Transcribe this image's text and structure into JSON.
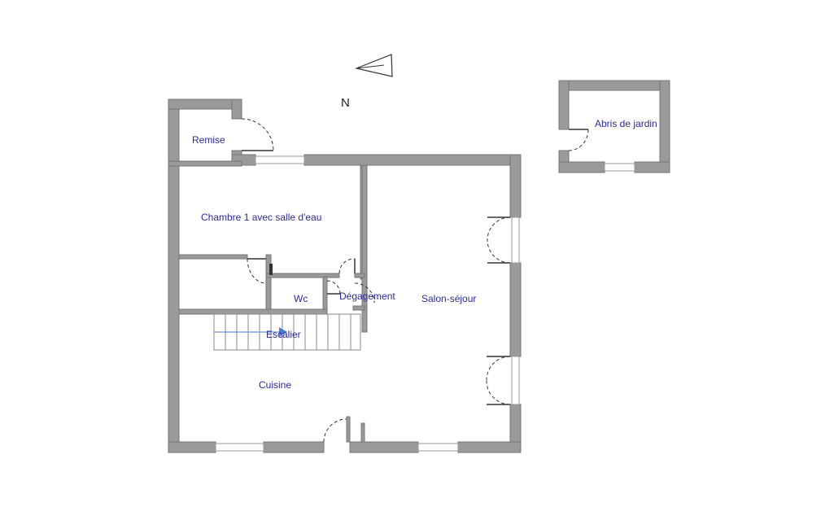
{
  "compass": {
    "label": "N"
  },
  "rooms": {
    "remise": "Remise",
    "chambre": "Chambre 1 avec salle d'eau",
    "wc": "Wc",
    "degagement": "Dégagement",
    "salon": "Salon-séjour",
    "escalier": "Escalier",
    "cuisine": "Cuisine",
    "abris": "Abris de jardin"
  },
  "colors": {
    "wall": "#9a9a9a",
    "label": "#2b2b9a",
    "arrow": "#4a7bd0"
  }
}
